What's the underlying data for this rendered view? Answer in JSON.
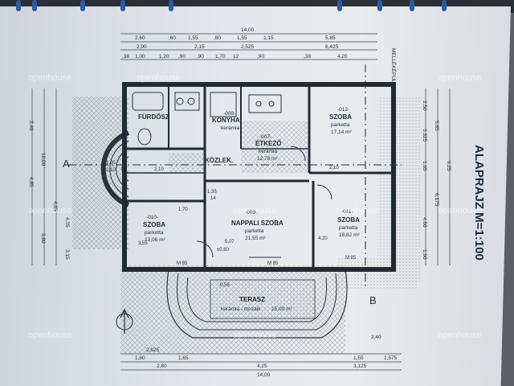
{
  "title": {
    "text": "ALAPRAJZ  M=1:100"
  },
  "section_markers": {
    "a": "A",
    "b": "B"
  },
  "top_dims": {
    "overall": "14,00",
    "row1": [
      "2,60",
      ",60",
      "1,55",
      ",80",
      "1,55",
      "1,15",
      "5,85"
    ],
    "row2": [
      "2,90",
      "2,15",
      "2,525",
      "6,425"
    ],
    "row3": [
      ",38",
      "1,00",
      "1,20",
      ",90",
      ",90",
      "1,70",
      "12",
      ",90",
      ",38",
      "4,20"
    ]
  },
  "left_dims": [
    "4,35",
    "3,15",
    "2,49",
    "10,00",
    "4,05",
    "4,85",
    "3,80"
  ],
  "right_dims": [
    "2,50",
    "3,325",
    "1,65",
    "5,85",
    "9,25",
    "6,175",
    "4,66",
    "1,90"
  ],
  "bottom_dims": {
    "row1": [
      "2,625",
      "2,40"
    ],
    "row2": [
      "1,80",
      "1,65",
      "1,55",
      "1,575"
    ],
    "row3": [
      "2,80",
      "4,25",
      "3,125"
    ],
    "row4": [
      "14,00"
    ]
  },
  "rooms": [
    {
      "id": "furdosz",
      "name": "FÜRDŐSZ",
      "floor": "",
      "area": ""
    },
    {
      "id": "konyha",
      "name": "KONYHA",
      "floor": "kerámia",
      "area": "",
      "number": "-008-"
    },
    {
      "id": "etkezo",
      "name": "ÉTKEZŐ",
      "floor": "kerámia",
      "area": "12,78 m²",
      "number": "-007-"
    },
    {
      "id": "kozlek",
      "name": "KÖZLEK.",
      "floor": "",
      "area": ""
    },
    {
      "id": "szoba_ne",
      "name": "SZOBA",
      "floor": "parketta",
      "area": "17,14 m²",
      "number": "-012-"
    },
    {
      "id": "szoba_w",
      "name": "SZOBA",
      "floor": "parketta",
      "area": "13,06 m²",
      "number": "-010-"
    },
    {
      "id": "nappali",
      "name": "NAPPALI SZOBA",
      "floor": "parketta",
      "area": "21,55 m²",
      "number": "-009-"
    },
    {
      "id": "szoba_e",
      "name": "SZOBA",
      "floor": "parketta",
      "area": "18,82 m²",
      "number": "-011-"
    },
    {
      "id": "terasz",
      "name": "TERASZ",
      "floor": "kerámia - mozaik",
      "area": "15,00 m²"
    }
  ],
  "wall_dims": {
    "a": "1,00",
    "b": "2,10",
    "c": "2,10",
    "d": "2,10",
    "e": "3,55",
    "f": "5,07",
    "g": "4,20",
    "h": "M 85",
    "i": "M 85",
    "j": "M 85",
    "k": "±0,60",
    "l": "-0,58",
    "m": "1,35",
    "n": "1,70",
    "o": "14"
  },
  "side_label": "MELLÉKÉPÜLET",
  "watermarks": [
    "openhouse",
    "openhouse",
    "openhouse",
    "openhouse",
    "openhouse",
    "openhouse",
    "openhouse",
    "openhouse",
    "openhouse",
    "openhouse"
  ]
}
